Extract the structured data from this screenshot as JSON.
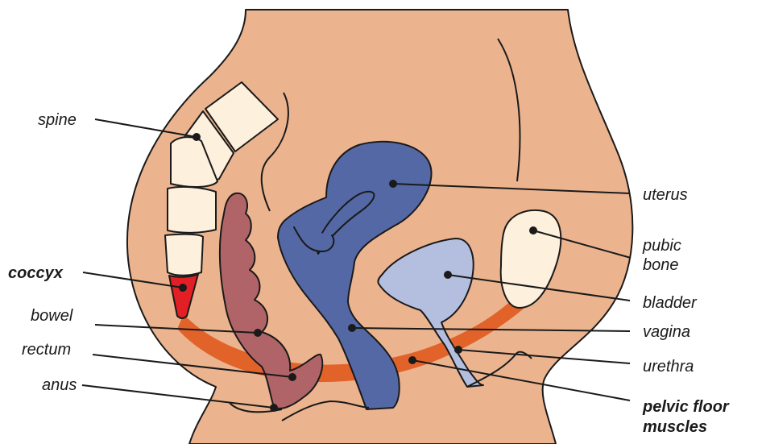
{
  "colors": {
    "skin": "#ebb48f",
    "bone": "#fdf0dc",
    "coccyx": "#e31f26",
    "bowel": "#b06468",
    "uterus": "#5468a6",
    "bladder": "#b4bfe0",
    "pelvic_floor": "#e2632a",
    "outline": "#1a1a1a"
  },
  "labels": {
    "spine": "spine",
    "coccyx": "coccyx",
    "bowel": "bowel",
    "rectum": "rectum",
    "anus": "anus",
    "uterus": "uterus",
    "pubic_bone_line1": "pubic",
    "pubic_bone_line2": "bone",
    "bladder": "bladder",
    "vagina": "vagina",
    "urethra": "urethra",
    "pelvic_floor_line1": "pelvic floor",
    "pelvic_floor_line2": "muscles"
  }
}
